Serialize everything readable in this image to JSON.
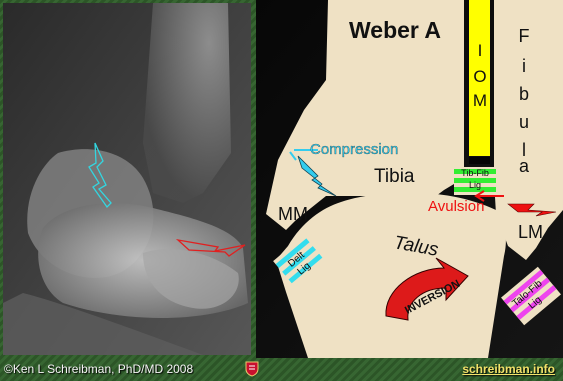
{
  "title": "Weber A",
  "labels": {
    "iom": [
      "I",
      "O",
      "M"
    ],
    "fibula": [
      "F",
      "i",
      "b",
      "u",
      "l",
      "a"
    ],
    "compression": "Compression",
    "tibia": "Tibia",
    "tib_fib_lig": [
      "Tib-Fib",
      "Lig"
    ],
    "avulsion": "Avulsion",
    "mm": "MM",
    "lm": "LM",
    "talus": "Talus",
    "delt_lig": [
      "Delt",
      "Lig"
    ],
    "talo_fib_lig": [
      "Talo-Fib",
      "Lig"
    ],
    "inversion": "INVERSION"
  },
  "footer": {
    "credit": "©Ken L Schreibman, PhD/MD 2008",
    "site": "schreibman.info"
  },
  "colors": {
    "bone": "#efe1c4",
    "iom": "#ffff00",
    "ligament": "#33ee33",
    "ligament_deltoid": "#33ddee",
    "ligament_talofib": "#ee44ee",
    "compression": "#33ccee",
    "avulsion": "#ee1111",
    "background_green": "#2f5a2a"
  }
}
